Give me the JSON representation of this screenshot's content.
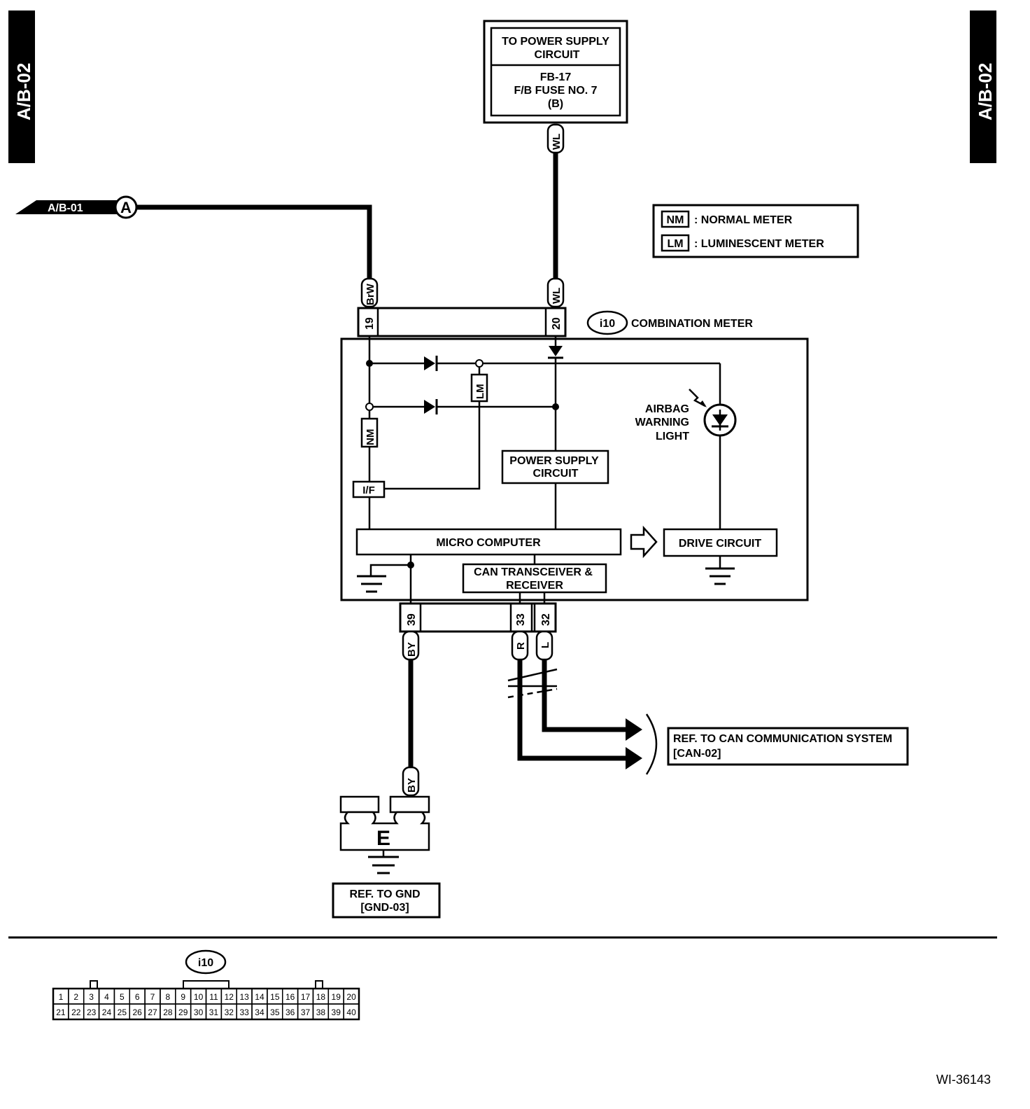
{
  "side_tab_left": "A/B-02",
  "side_tab_right": "A/B-02",
  "power_supply_box": {
    "title_line1": "TO POWER SUPPLY",
    "title_line2": "CIRCUIT",
    "fuse_line1": "FB-17",
    "fuse_line2": "F/B FUSE NO. 7",
    "fuse_line3": "(B)"
  },
  "legend": {
    "nm_code": "NM",
    "nm_desc": ": NORMAL METER",
    "lm_code": "LM",
    "lm_desc": ": LUMINESCENT METER"
  },
  "ref_in": {
    "label": "A/B-01",
    "marker": "A"
  },
  "connector": {
    "id": "i10",
    "name": "COMBINATION METER"
  },
  "wires": {
    "brw": "BrW",
    "wl_top": "WL",
    "wl_bottom": "WL",
    "by_top": "BY",
    "by_bottom": "BY",
    "r": "R",
    "l": "L"
  },
  "pins": {
    "p19": "19",
    "p20": "20",
    "p39": "39",
    "p33": "33",
    "p32": "32"
  },
  "meter": {
    "lm_tag": "LM",
    "nm_tag": "NM",
    "if_tag": "I/F",
    "airbag_line1": "AIRBAG",
    "airbag_line2": "WARNING",
    "airbag_line3": "LIGHT",
    "psc_line1": "POWER SUPPLY",
    "psc_line2": "CIRCUIT",
    "micro": "MICRO COMPUTER",
    "drive": "DRIVE CIRCUIT",
    "can_line1": "CAN TRANSCEIVER &",
    "can_line2": "RECEIVER"
  },
  "can_ref": {
    "line1": "REF. TO CAN COMMUNICATION SYSTEM",
    "line2": "[CAN-02]"
  },
  "ground": {
    "letter": "E",
    "ref_line1": "REF. TO GND",
    "ref_line2": "[GND-03]"
  },
  "connector_face": {
    "id": "i10",
    "row1": [
      "1",
      "2",
      "3",
      "4",
      "5",
      "6",
      "7",
      "8",
      "9",
      "10",
      "11",
      "12",
      "13",
      "14",
      "15",
      "16",
      "17",
      "18",
      "19",
      "20"
    ],
    "row2": [
      "21",
      "22",
      "23",
      "24",
      "25",
      "26",
      "27",
      "28",
      "29",
      "30",
      "31",
      "32",
      "33",
      "34",
      "35",
      "36",
      "37",
      "38",
      "39",
      "40"
    ]
  },
  "figure_id": "WI-36143"
}
